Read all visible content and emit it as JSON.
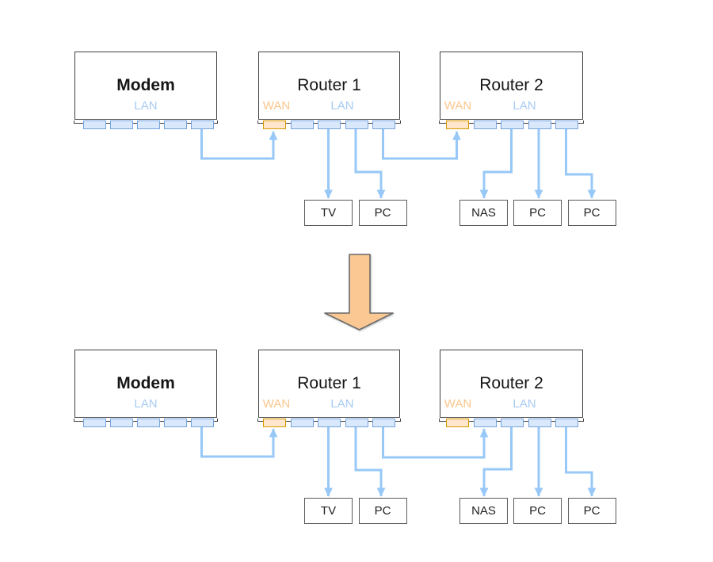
{
  "colors": {
    "cable": "#97c8f7",
    "wan_text": "#fbc68c",
    "lan_text": "#a7cbf3",
    "wan_port_fill": "#ffe6cc",
    "wan_port_stroke": "#d79b00",
    "lan_port_fill": "#dae8fc",
    "lan_port_stroke": "#74a3dc",
    "transition_arrow_fill": "#fbc894",
    "transition_arrow_stroke": "#6b6b6b"
  },
  "before": {
    "modem": {
      "title": "Modem",
      "lan_label": "LAN"
    },
    "router1": {
      "title": "Router 1",
      "wan_label": "WAN",
      "lan_label": "LAN"
    },
    "router2": {
      "title": "Router 2",
      "wan_label": "WAN",
      "lan_label": "LAN"
    },
    "devices": [
      "TV",
      "PC",
      "NAS",
      "PC",
      "PC"
    ],
    "connections": [
      "Modem LAN → Router 1 WAN",
      "Router 1 LAN → TV",
      "Router 1 LAN → PC",
      "Router 1 LAN → Router 2 WAN",
      "Router 2 LAN → NAS",
      "Router 2 LAN → PC",
      "Router 2 LAN → PC"
    ]
  },
  "after": {
    "modem": {
      "title": "Modem",
      "lan_label": "LAN"
    },
    "router1": {
      "title": "Router 1",
      "wan_label": "WAN",
      "lan_label": "LAN"
    },
    "router2": {
      "title": "Router 2",
      "wan_label": "WAN",
      "lan_label": "LAN"
    },
    "devices": [
      "TV",
      "PC",
      "NAS",
      "PC",
      "PC"
    ],
    "connections": [
      "Modem LAN → Router 1 WAN",
      "Router 1 LAN → TV",
      "Router 1 LAN → PC",
      "Router 1 LAN → Router 2 LAN",
      "Router 2 LAN → NAS",
      "Router 2 LAN → PC",
      "Router 2 LAN → PC"
    ]
  }
}
